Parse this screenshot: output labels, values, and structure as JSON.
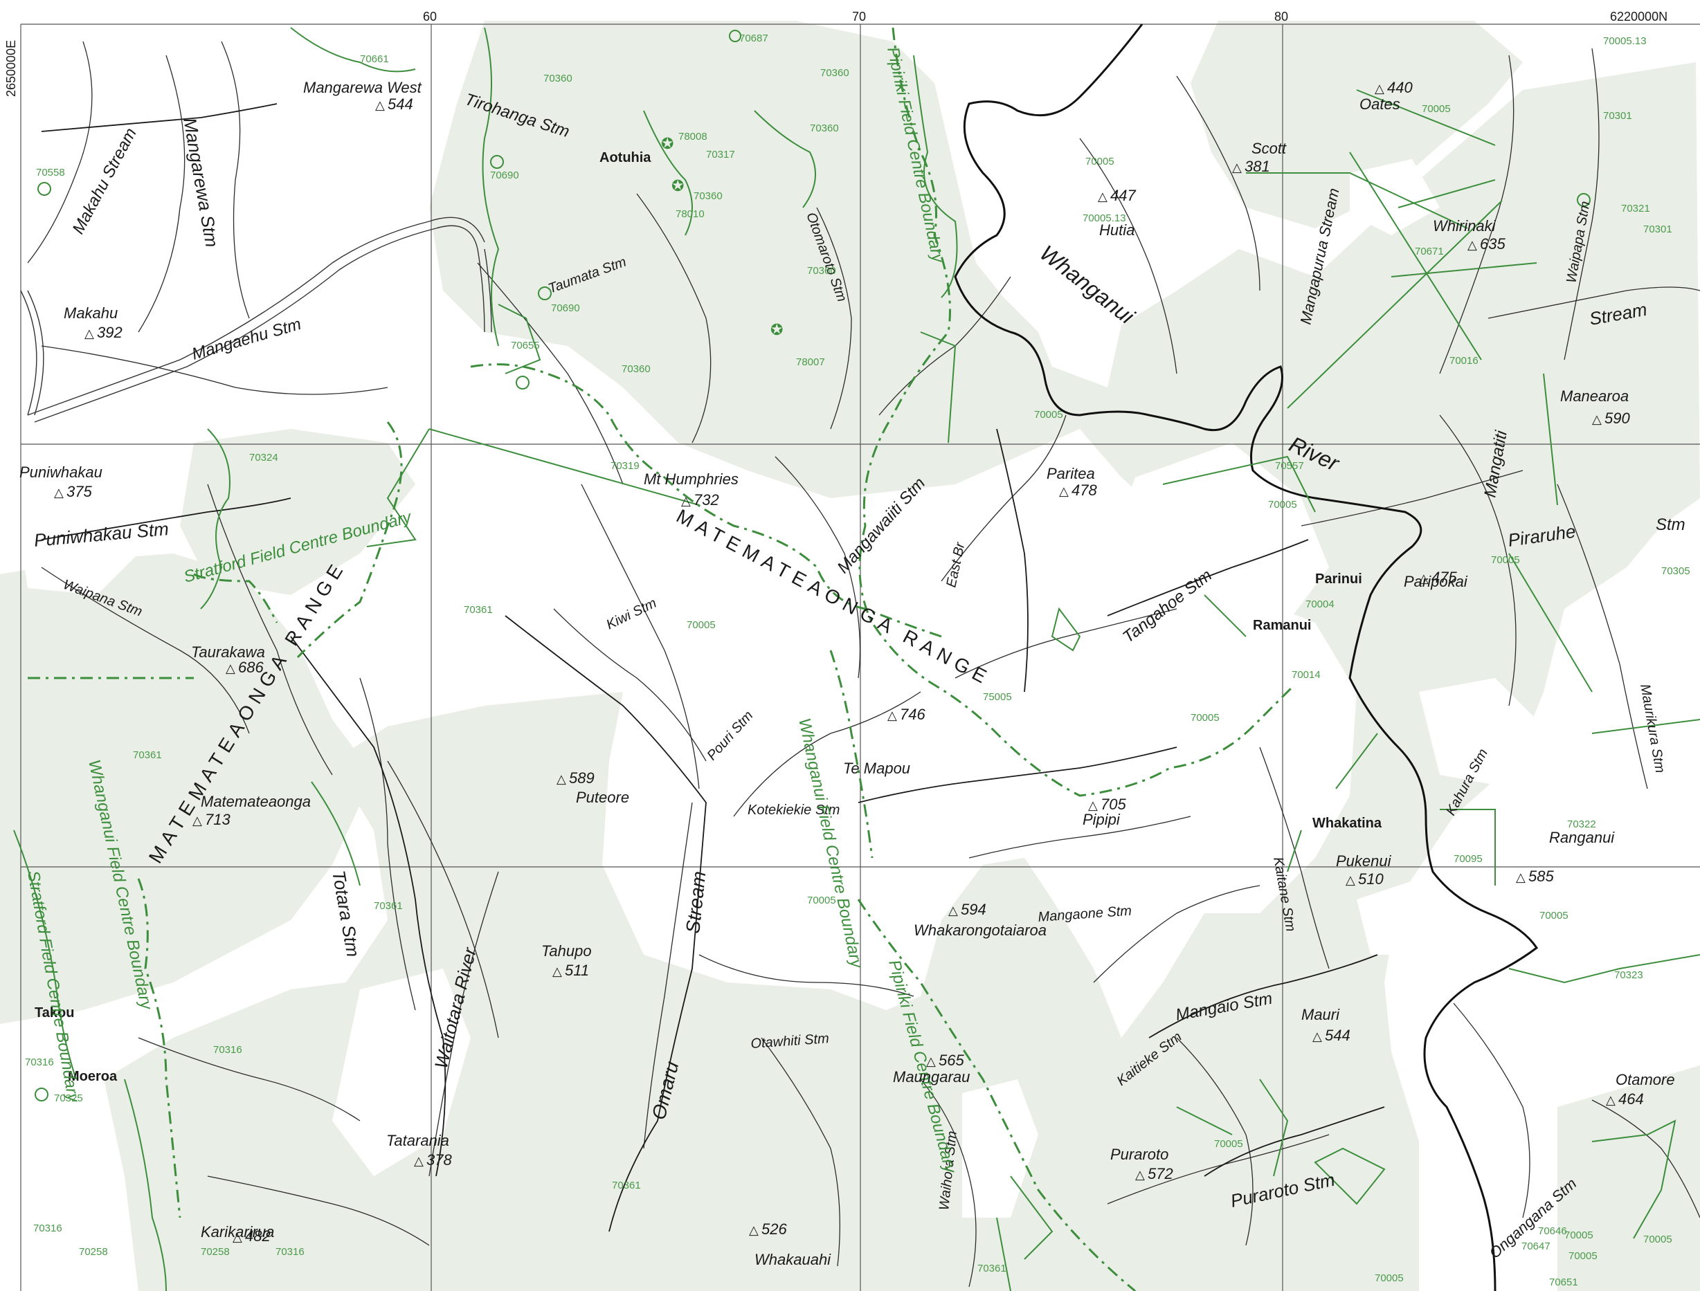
{
  "coordinates": {
    "easting_ticks": [
      "60",
      "70",
      "80"
    ],
    "northing_top": "6220000N",
    "easting_left": "2650000E"
  },
  "settlements": {
    "aotuhia": "Aotuhia",
    "parinui": "Parinui",
    "ramanui": "Ramanui",
    "whakatina": "Whakatina",
    "takou": "Takou",
    "moeroa": "Moeroa"
  },
  "ranges": {
    "matemateaonga_upper": "MATEMATEAONGA RANGE",
    "matemateaonga_left": "MATEMATEAONGA RANGE"
  },
  "rivers": {
    "whanganui": "Whanganui",
    "river": "River",
    "waitotara": "Waitotara River",
    "omaru": "Omaru",
    "stream": "Stream"
  },
  "streams": [
    "Makahu Stream",
    "Mangarewa Stm",
    "Tirohanga Stm",
    "Mangaehu Stm",
    "Taumata Stm",
    "Otomaroto Stm",
    "Puniwhakau Stm",
    "Waipana Stm",
    "Kiwi Stm",
    "Mangawaiiti Stm",
    "East Br",
    "Tangahoe Stm",
    "Pouri Stm",
    "Kotekiekie Stm",
    "Totara Stm",
    "Mangaone Stm",
    "Mangaio Stm",
    "Otawhiti Stm",
    "Kaitieke Stm",
    "Puraroto Stm",
    "Waihora Stm",
    "Kaitane Stm",
    "Mangapurua Stream",
    "Waipapa Stm",
    "Stream",
    "Mangatiti",
    "Piraruhe",
    "Stm",
    "Kahura Stm",
    "Maurikura Stm",
    "Ongangana Stm"
  ],
  "boundaries": {
    "pipiriki_upper": "Pipiriki Field Centre Boundary",
    "stratford_upper": "Stratford Field Centre Boundary",
    "whanganui_left": "Whanganui Field Centre Boundary",
    "stratford_left": "Stratford Field Centre Boundary",
    "whanganui_centre": "Whanganui Field Centre Boundary",
    "pipiriki_lower": "Pipiriki Field Centre Boundary"
  },
  "peaks": [
    {
      "name": "Mangarewa West",
      "height": "544"
    },
    {
      "name": "Makahu",
      "height": "392"
    },
    {
      "name": "Puniwhakau",
      "height": "375"
    },
    {
      "name": "Taurakawa",
      "height": "686"
    },
    {
      "name": "Matemateaonga",
      "height": "713"
    },
    {
      "name": "Mt Humphries",
      "height": "732"
    },
    {
      "name": "Puteore",
      "height": "589"
    },
    {
      "name": "Te Mapou",
      "height": "746"
    },
    {
      "name": "Pipipi",
      "height": "705"
    },
    {
      "name": "Paritea",
      "height": "478"
    },
    {
      "name": "Hutia",
      "height": "447"
    },
    {
      "name": "Scott",
      "height": "381"
    },
    {
      "name": "Oates",
      "height": "440"
    },
    {
      "name": "Whirinaki",
      "height": "635"
    },
    {
      "name": "Manearoa",
      "height": "590"
    },
    {
      "name": "Paripokai",
      "height": "475"
    },
    {
      "name": "Pukenui",
      "height": "510"
    },
    {
      "name": "Ranganui",
      "height": "585"
    },
    {
      "name": "Whakarongotaiaroa",
      "height": "594"
    },
    {
      "name": "Tahupo",
      "height": "511"
    },
    {
      "name": "Maungarau",
      "height": "565"
    },
    {
      "name": "Mauri",
      "height": "544"
    },
    {
      "name": "Puraroto",
      "height": "572"
    },
    {
      "name": "Otamore",
      "height": "464"
    },
    {
      "name": "Tatarania",
      "height": "378"
    },
    {
      "name": "Karikarirua",
      "height": "482"
    },
    {
      "name": "Whakauahi",
      "height": "526"
    }
  ],
  "parcel_codes": [
    "70661",
    "70687",
    "70360",
    "70360",
    "70360",
    "78008",
    "70317",
    "70690",
    "70360",
    "78010",
    "70558",
    "70690",
    "70655",
    "70360",
    "78007",
    "70360",
    "70005",
    "70005.13",
    "70005",
    "70005.13",
    "70671",
    "70016",
    "70301",
    "70321",
    "70301",
    "70324",
    "70319",
    "70005",
    "70557",
    "70005",
    "70361",
    "70005",
    "75005",
    "70004",
    "70005",
    "70014",
    "70005",
    "70305",
    "70361",
    "70361",
    "70005",
    "70322",
    "70095",
    "70005",
    "70323",
    "70316",
    "70316",
    "70325",
    "70005",
    "70361",
    "70316",
    "70258",
    "70258",
    "70316",
    "70361",
    "70646",
    "70647",
    "70005",
    "70005",
    "70005",
    "70651",
    "70005"
  ],
  "colors": {
    "shade": "#e9efe6",
    "green": "#3c8d3c",
    "stream": "#2b2b2b",
    "river": "#111111",
    "grid": "#555555"
  }
}
